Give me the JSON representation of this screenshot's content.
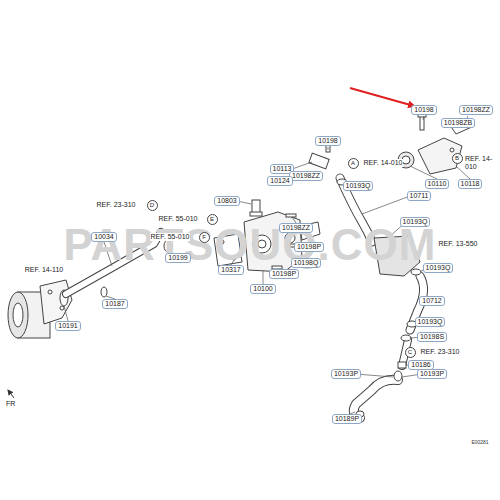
{
  "diagram": {
    "labels": [
      "10198",
      "10198ZZ",
      "10198ZB",
      "10198",
      "A",
      "REF. 14-010",
      "B",
      "REF. 14-010",
      "10113",
      "10198ZZ",
      "10124",
      "10193Q",
      "10110",
      "10118",
      "10711",
      "10803",
      "REF. 23-310",
      "D",
      "REF. 55-010",
      "E",
      "10198ZZ",
      "10193Q",
      "REF. 55-010",
      "F",
      "10034",
      "10198P",
      "REF. 13-550",
      "10199",
      "10198Q",
      "10317",
      "10198P",
      "10193Q",
      "REF. 14-110",
      "10100",
      "10712",
      "10187",
      "10193Q",
      "10191",
      "10198S",
      "C",
      "REF. 23-310",
      "10186",
      "10193P",
      "10193P",
      "FR",
      "10189P",
      "E00281",
      "PARTSOUQ.COM"
    ]
  }
}
